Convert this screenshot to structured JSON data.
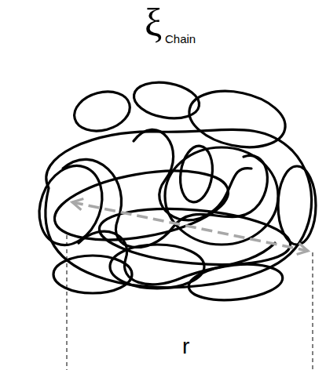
{
  "diagram": {
    "labels": [
      "ξ",
      "Chain",
      "r"
    ]
  }
}
